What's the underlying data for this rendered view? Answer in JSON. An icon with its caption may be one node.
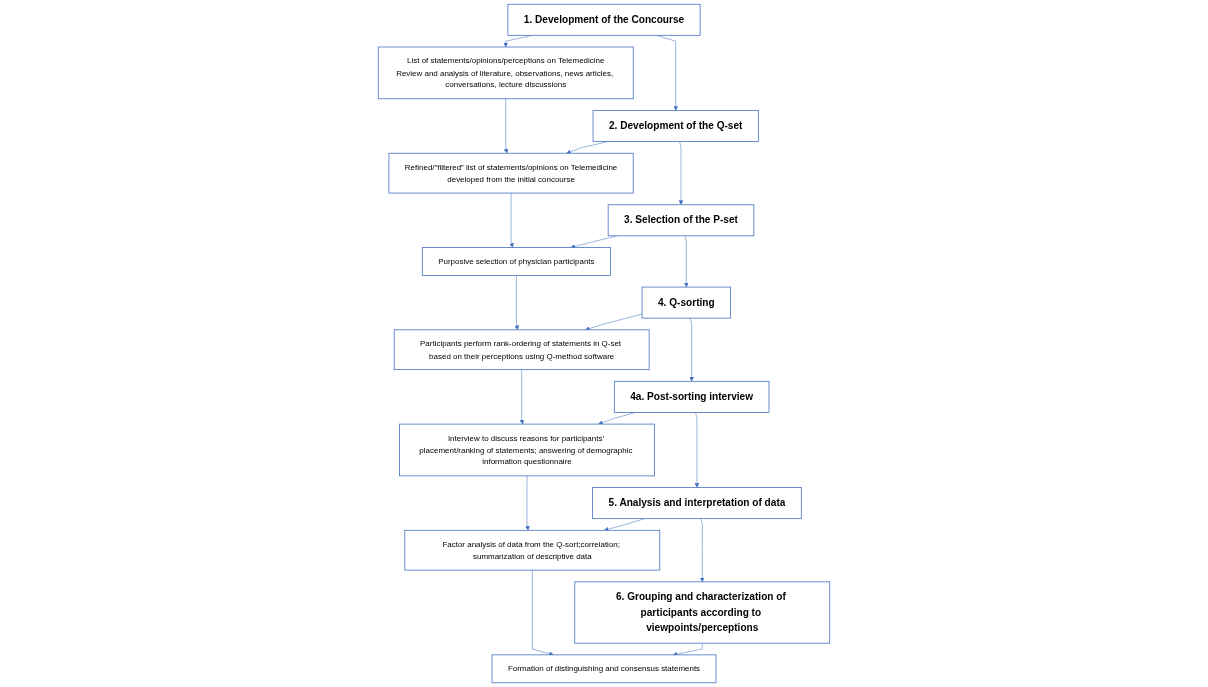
{
  "diagram": {
    "nodes": [
      {
        "text": [
          "1. Development of the Concourse"
        ]
      },
      {
        "text": [
          "List of statements/opinions/perceptions on Telemedicine",
          "Review and analysis of literature, observations, news articles, conversations, lecture discussions"
        ]
      },
      {
        "text": [
          "2. Development of the Q-set"
        ]
      },
      {
        "text": [
          "Refined/”filtered” list of statements/opinions on Telemedicine",
          "developed from the initial concourse"
        ]
      },
      {
        "text": [
          "3. Selection of the P-set"
        ]
      },
      {
        "text": [
          "Purposive selection of physician participants"
        ]
      },
      {
        "text": [
          "4. Q-sorting"
        ]
      },
      {
        "text": [
          "Participants perform rank-ordering of statements in Q-set based on their perceptions using Q-method software"
        ]
      },
      {
        "text": [
          "4a. Post-sorting interview"
        ]
      },
      {
        "text": [
          "Interview to discuss reasons for participants’ placement/ranking of statements; answering of demographic information questionnaire"
        ]
      },
      {
        "text": [
          "5. Analysis and interpretation of data"
        ]
      },
      {
        "text": [
          "Factor analysis of data from the Q-sort;correlation; summarization of descriptive data"
        ]
      },
      {
        "text": [
          "6. Grouping and characterization of participants according to viewpoints/perceptions"
        ]
      },
      {
        "text": [
          "Formation of distinguishing and consensus statements"
        ]
      }
    ],
    "edges": [
      {
        "from": 0,
        "to": 1,
        "arrow": "to"
      },
      {
        "from": 0,
        "to": 2,
        "arrow": "to"
      },
      {
        "from": 1,
        "to": 3,
        "arrow": "to"
      },
      {
        "from": 2,
        "to": 3,
        "arrow": "to"
      },
      {
        "from": 2,
        "to": 4,
        "arrow": "to"
      },
      {
        "from": 3,
        "to": 5,
        "arrow": "to"
      },
      {
        "from": 4,
        "to": 5,
        "arrow": "to"
      },
      {
        "from": 4,
        "to": 6,
        "arrow": "to"
      },
      {
        "from": 5,
        "to": 7,
        "arrow": "to"
      },
      {
        "from": 6,
        "to": 7,
        "arrow": "to"
      },
      {
        "from": 6,
        "to": 8,
        "arrow": "to"
      },
      {
        "from": 7,
        "to": 9,
        "arrow": "to"
      },
      {
        "from": 8,
        "to": 9,
        "arrow": "to"
      },
      {
        "from": 8,
        "to": 10,
        "arrow": "to"
      },
      {
        "from": 9,
        "to": 11,
        "arrow": "to"
      },
      {
        "from": 10,
        "to": 11,
        "arrow": "to"
      },
      {
        "from": 10,
        "to": 12,
        "arrow": "to"
      },
      {
        "from": 11,
        "to": 13,
        "arrow": "to"
      },
      {
        "from": 12,
        "to": 13,
        "arrow": "to"
      }
    ]
  }
}
